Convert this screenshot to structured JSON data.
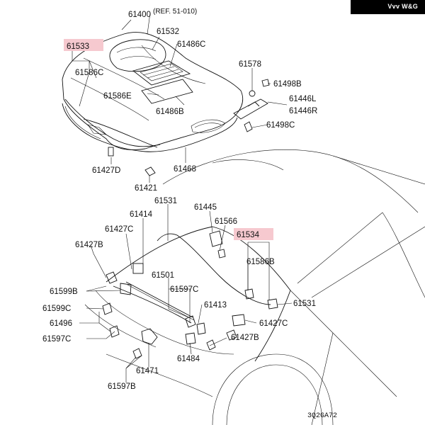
{
  "logo": {
    "text": "W&G",
    "mark": "Vvv"
  },
  "reference": "(REF. 51-010)",
  "diagram_code": "3Q2GA72",
  "highlight_color": "#f6c9cf",
  "parts": {
    "p61400": "61400",
    "p61532": "61532",
    "p61533": "61533",
    "p61486C": "61486C",
    "p61586C": "61586C",
    "p61578": "61578",
    "p61498B": "61498B",
    "p61586E": "61586E",
    "p61446L": "61446L",
    "p61486B": "61486B",
    "p61446R": "61446R",
    "p61498C": "61498C",
    "p61427D": "61427D",
    "p61468": "61468",
    "p61421": "61421",
    "p61531_top": "61531",
    "p61445": "61445",
    "p61414": "61414",
    "p61566": "61566",
    "p61427C_left": "61427C",
    "p61534": "61534",
    "p61427B_left": "61427B",
    "p61586B": "61586B",
    "p61501": "61501",
    "p61599B": "61599B",
    "p61597C_mid": "61597C",
    "p61531_right": "61531",
    "p61413": "61413",
    "p61599C": "61599C",
    "p61496": "61496",
    "p61427C_right": "61427C",
    "p61597C_left": "61597C",
    "p61427B_right": "61427B",
    "p61484": "61484",
    "p61471": "61471",
    "p61597B": "61597B"
  }
}
